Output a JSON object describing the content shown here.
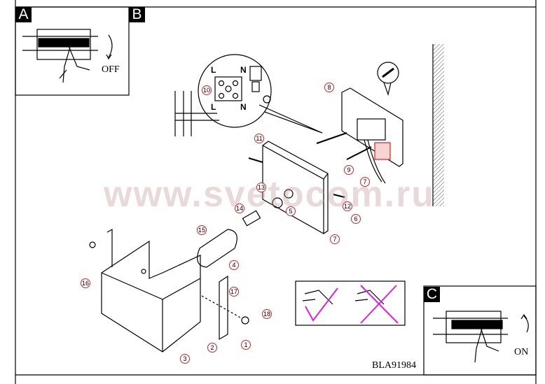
{
  "panels": {
    "a": {
      "tag": "A",
      "action": "OFF"
    },
    "b": {
      "tag": "B"
    },
    "c": {
      "tag": "C",
      "action": "ON"
    }
  },
  "terminal": {
    "top_left": "L",
    "top_right": "N",
    "bottom_left": "L",
    "bottom_right": "N"
  },
  "model_code": "BLA91984",
  "watermark": "www.svetocom.ru",
  "callouts": [
    "8",
    "10",
    "11",
    "13",
    "5",
    "14",
    "12",
    "6",
    "7",
    "7",
    "9",
    "15",
    "4",
    "16",
    "17",
    "18",
    "1",
    "2",
    "3"
  ],
  "colors": {
    "callout": "#e02020",
    "check": "#e020e0",
    "line": "#000000"
  }
}
